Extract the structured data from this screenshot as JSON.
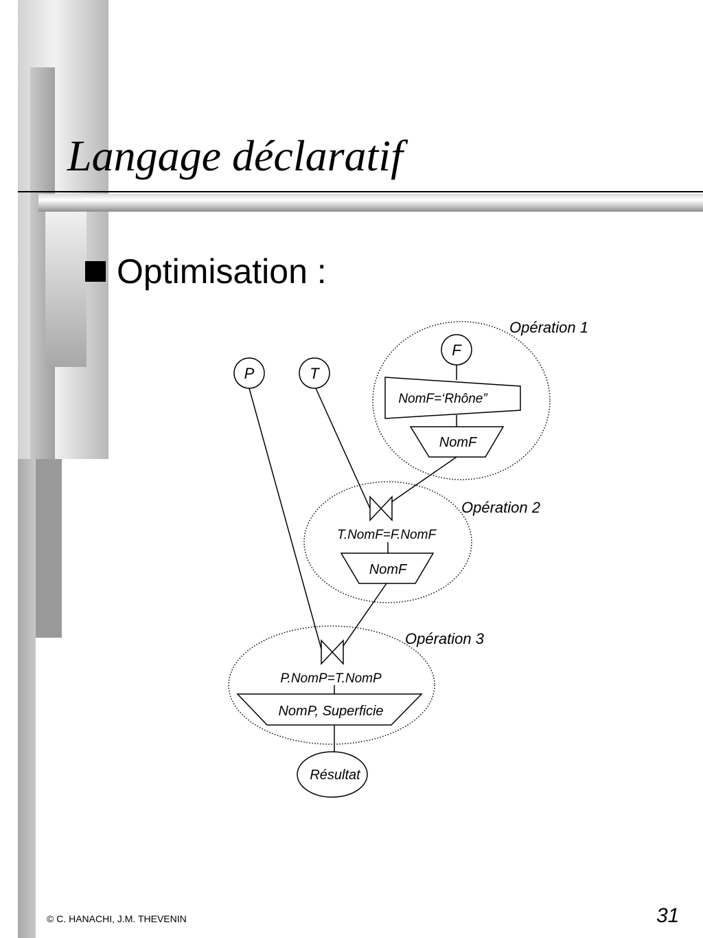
{
  "slide": {
    "title": "Langage déclaratif",
    "bullet": "Optimisation :",
    "footer": "© C. HANACHI, J.M. THEVENIN",
    "page_number": "31"
  },
  "diagram": {
    "relations": {
      "p": "P",
      "t": "T",
      "f": "F"
    },
    "operations": {
      "op1": {
        "label": "Opération 1",
        "selection": "NomF=‘Rhône”",
        "projection": "NomF"
      },
      "op2": {
        "label": "Opération 2",
        "join_condition": "T.NomF=F.NomF",
        "projection": "NomF"
      },
      "op3": {
        "label": "Opération 3",
        "join_condition": "P.NomP=T.NomP",
        "projection": "NomP, Superficie"
      }
    },
    "result": "Résultat"
  }
}
